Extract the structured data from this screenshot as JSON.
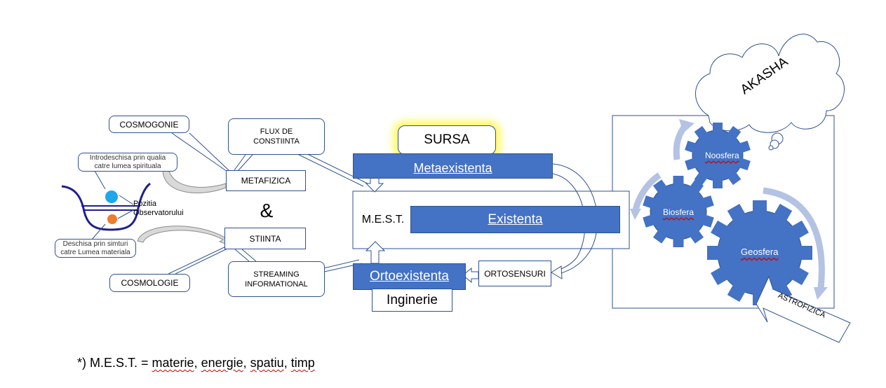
{
  "labels": {
    "cosmogonie": "COSMOGONIE",
    "flux_line1": "FLUX DE",
    "flux_line2": "CONSTIINTA",
    "intro_line1": "Introdeschisa prin qualia",
    "intro_line2": "catre lumea spirituala",
    "metafizica": "METAFIZICA",
    "ampersand": "&",
    "pozitia": "Pozitia",
    "observatorului": "Observatorului",
    "deschisa_line1": "Deschisa prin simturi",
    "deschisa_line2": "catre Lumea materiala",
    "stiinta": "STIINTA",
    "cosmologie": "COSMOLOGIE",
    "streaming_line1": "STREAMING",
    "streaming_line2": "INFORMATIONAL",
    "sursa": "SURSA",
    "metaexistenta": "Metaexistenta",
    "mest": "M.E.S.T.",
    "existenta": "Existenta",
    "ortoexistenta": "Ortoexistenta",
    "ortosensuri": "ORTOSENSURI",
    "inginerie": "Inginerie",
    "akasha": "AKASHA",
    "noosfera": "Noosfera",
    "biosfera": "Biosfera",
    "geosfera": "Geosfera",
    "astrofizica": "ASTROFIZICA",
    "footnote_prefix": "*) M.E.S.T. = ",
    "footnote_materie": "materie",
    "footnote_energie": "energie",
    "footnote_spatiu": "spatiu",
    "footnote_timp": "timp",
    "footnote_sep": ", "
  },
  "colors": {
    "bar_blue": "#4472c4",
    "border_blue": "#2f528f",
    "gear_blue": "#4472c4",
    "arrow_light": "#b4c3e3",
    "dot_blue": "#1ea7ec",
    "dot_orange": "#ed7d31",
    "cup_navy": "#1f1f8f",
    "glow_yellow": "#fff850"
  }
}
